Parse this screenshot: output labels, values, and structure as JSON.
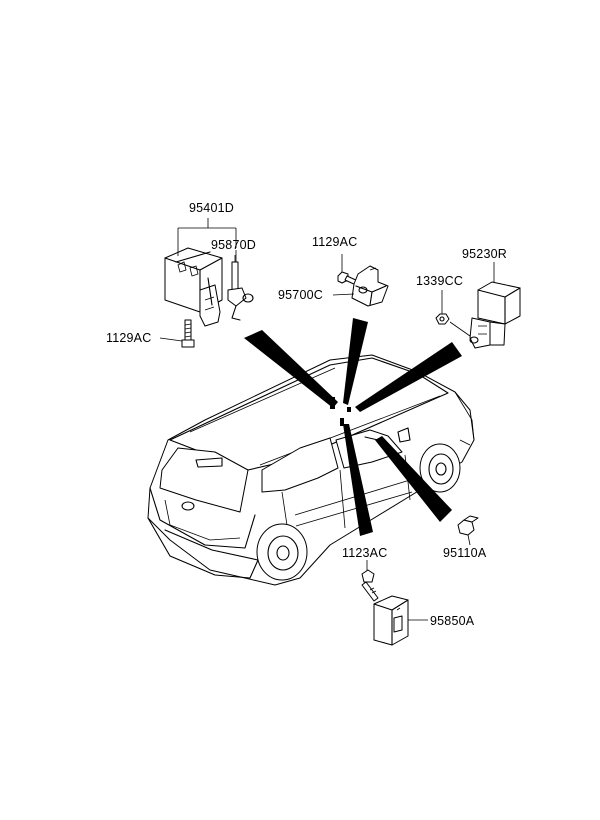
{
  "diagram": {
    "callouts": {
      "p95401D": "95401D",
      "p95870D": "95870D",
      "p1129AC_left": "1129AC",
      "p1129AC_top": "1129AC",
      "p95700C": "95700C",
      "p1339CC": "1339CC",
      "p95230R": "95230R",
      "p1123AC": "1123AC",
      "p95110A": "95110A",
      "p95850A": "95850A"
    }
  }
}
